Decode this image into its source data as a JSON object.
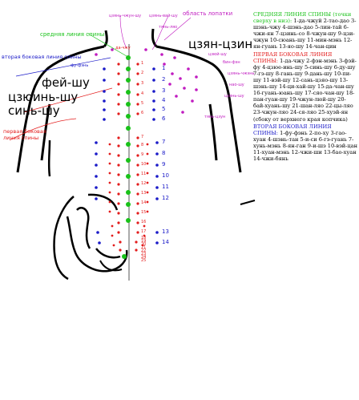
{
  "labels": {
    "shoulder_area": "область лопатки",
    "middle_line": "средняя линия спины",
    "second_lateral": "вторая боковая линия спины",
    "first_lateral": "первая боковая линия спины",
    "fei_shu": "фей-шу",
    "tszyue_in_shu": "цзюинь-шу",
    "sin_shu": "синь-шу",
    "tsyan_tszin": "цзян-цзин",
    "fu_fen": "фу-фэнь",
    "da_chzhu": "да-чжу",
    "tsyan_chzhun_shu": "цзянь-чжун-шу",
    "tsyan_vay_shu": "цзянь-вай-шу",
    "tyan_lyao": "тянь-ляо",
    "tsyui_shu": "цзюй-шу",
    "bin_fen": "бин-фэн",
    "tyan_tszun": "тянь-цзун",
    "tsyan_tszin2": "цзянь-чжэнь",
    "nao_shu": "нао-шу",
    "tsyan_shu": "цзянь-шу"
  },
  "legend": {
    "middle_title": "СРЕДНЯЯ ЛИНИЯ СПИНЫ",
    "middle_note": "(точки сверху в низ):",
    "middle_text": "1-да-чжуй 2-тао-дао 3-шэнь-чжу 4-шэнь-дао 5-лин-тай 6-чжи-ян 7-цзинь-со 8-чжун-шу 9-цзи-чжун 10-сюань-шу 11-мин-мэнь 12-ян-гуань 13-яо-шу 14-чан-цин",
    "first_title": "ПЕРВАЯ БОКОВАЯ ЛИНИЯ СПИНЫ:",
    "first_text": "1-да-чжу 2-фэн-мэнь 3-фэй-фу 4-цзюе-инь-шу 5-синь-шу 6-ду-шу 7-гэ-шу 8-гань-шу 9-дань-шу 10-пи-шу 11-вэй-шу 12-сань-цзяо-шу 13-шэнь-шу 14-ци-хай-шу 15-да-чан-шу 16-гуань-юань-шу 17-сяо-чан-шу 18-пан-гуан-шу 19-чжун-люй-шу 20-бай-хуань-шу 21-шан-ляо 22-цы-ляо 23-чжун-ляо 24-ся-ляо 25-хуэй-ян (сбоку от верхнего края копчика)",
    "second_title": "ВТОРАЯ БОКОВАЯ ЛИНИЯ СПИНЫ:",
    "second_text": "1-фу-фэнь 2-по-ху 3-гао-хуан 4-шэнь-тан 5-и-си 6-гэ-гуань 7-хунь-мэнь 8-ян-ган 9-и-шэ 10-вэй-цан 11-хуан-мэнь 12-чжи-ши 13-бао-хуан 14-чжи-бянь"
  },
  "numbers": {
    "first_line": [
      "1",
      "2",
      "3",
      "4",
      "5",
      "6",
      "7",
      "8",
      "9",
      "10",
      "11",
      "12",
      "13",
      "14",
      "15",
      "16",
      "17",
      "18",
      "19",
      "20",
      "21",
      "22",
      "23",
      "24",
      "25"
    ],
    "second_line": [
      "1",
      "2",
      "3",
      "4",
      "5",
      "6",
      "7",
      "8",
      "9",
      "10",
      "11",
      "12",
      "13",
      "14"
    ]
  },
  "colors": {
    "middle": "#19c219",
    "first": "#e31b1b",
    "second": "#1a1ac8",
    "shoulder": "#c01bc0",
    "outline": "#000000"
  }
}
